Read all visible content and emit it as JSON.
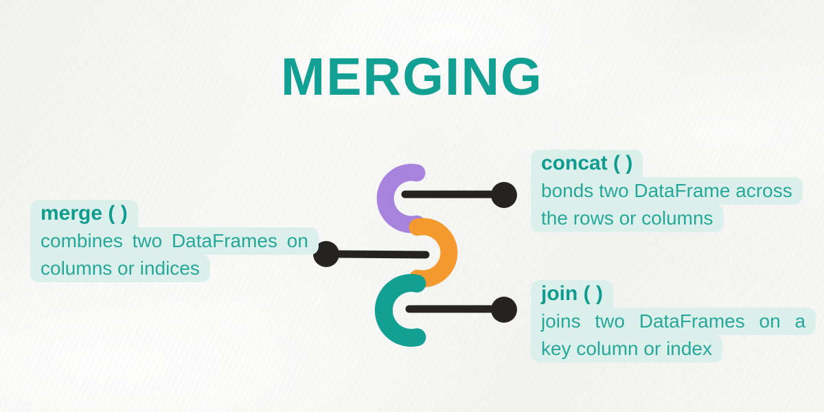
{
  "title": "MERGING",
  "callouts": {
    "merge": {
      "heading": "merge ( )",
      "line1": "combines two DataFrames on",
      "line2": "columns or indices"
    },
    "concat": {
      "heading": "concat ( )",
      "line1": "bonds two DataFrame across",
      "line2": "the rows or columns"
    },
    "join": {
      "heading": "join ( )",
      "line1": "joins two DataFrames on a",
      "line2": "key column or index"
    }
  },
  "colors": {
    "background": "#f5f5f4",
    "accent_teal": "#12a094",
    "heading_teal": "#0f9c8f",
    "body_teal": "#26a79a",
    "callout_bg": "#dcf0eb",
    "arc_purple": "#a783de",
    "arc_orange": "#f49a2f",
    "arc_teal": "#12a093",
    "connector_black": "#262323"
  }
}
